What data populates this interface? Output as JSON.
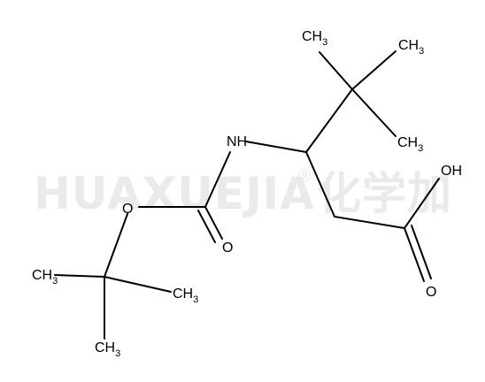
{
  "watermark": {
    "latin": "HUAXUEJIA",
    "registered": "®",
    "chinese": "化学加"
  },
  "atoms": {
    "ch3_top_left": {
      "main": "CH",
      "sub": "3"
    },
    "ch3_top_right": {
      "main": "CH",
      "sub": "3"
    },
    "ch3_right": {
      "main": "CH",
      "sub": "3"
    },
    "nh": "NH",
    "oh": "OH",
    "o_ester": "O",
    "o_carbonyl": "O",
    "o_acid": "O",
    "ch3_left": {
      "main": "CH",
      "sub": "3"
    },
    "ch3_mid_right": {
      "main": "CH",
      "sub": "3"
    },
    "ch3_bottom": {
      "main": "CH",
      "sub": "3"
    }
  }
}
